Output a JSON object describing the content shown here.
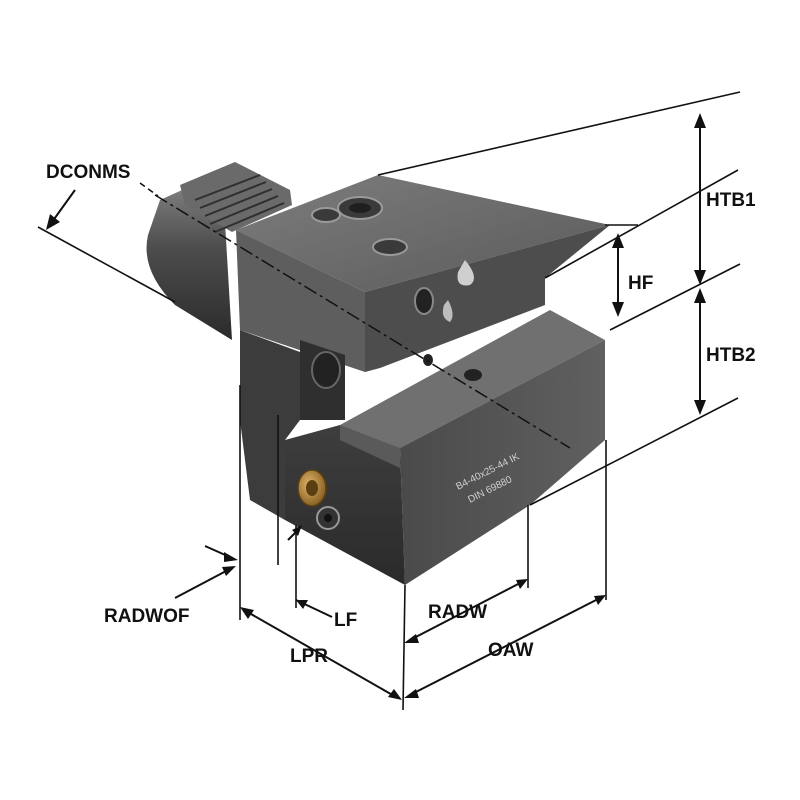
{
  "labels": {
    "dconms": "DCONMS",
    "htb1": "HTB1",
    "hf": "HF",
    "htb2": "HTB2",
    "radwof": "RADWOF",
    "lf": "LF",
    "radw": "RADW",
    "lpr": "LPR",
    "oaw": "OAW"
  },
  "engraving": {
    "line1": "B4-40x25-44 IK",
    "line2": "DIN 69880"
  },
  "colors": {
    "body_top": "#6d6d6d",
    "body_dark": "#3a3a3a",
    "body_mid": "#555555",
    "shaft": "#4a4a4a",
    "brass": "#b8893a",
    "dimension": "#111111"
  }
}
